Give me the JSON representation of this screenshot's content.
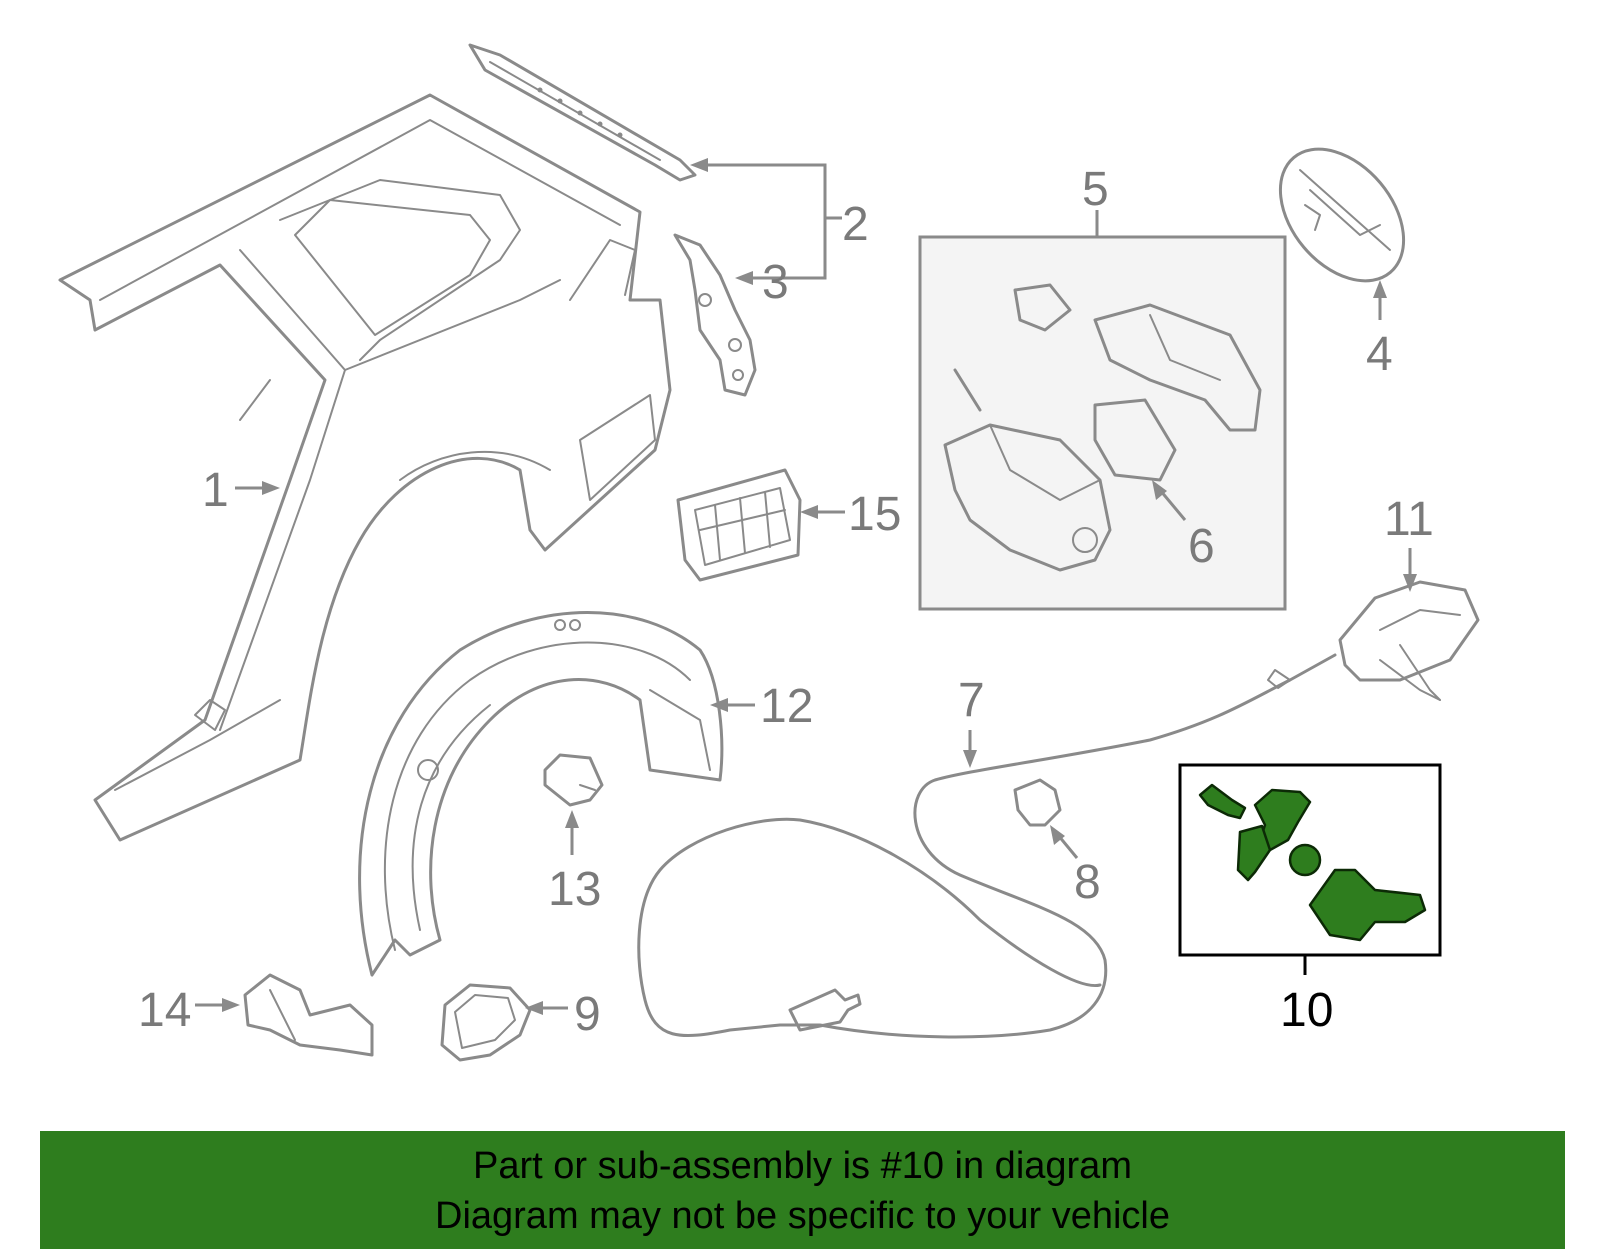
{
  "callouts": {
    "c1": "1",
    "c2": "2",
    "c3": "3",
    "c4": "4",
    "c5": "5",
    "c6": "6",
    "c7": "7",
    "c8": "8",
    "c9": "9",
    "c10": "10",
    "c11": "11",
    "c12": "12",
    "c13": "13",
    "c14": "14",
    "c15": "15"
  },
  "highlight_part": "10",
  "banner": {
    "line1": "Part or sub-assembly is #10 in diagram",
    "line2": "Diagram may not be specific to your vehicle",
    "background_color": "#2e7d1e"
  },
  "colors": {
    "line_art": "#8a8a8a",
    "highlight_part": "#2e7d1e"
  }
}
